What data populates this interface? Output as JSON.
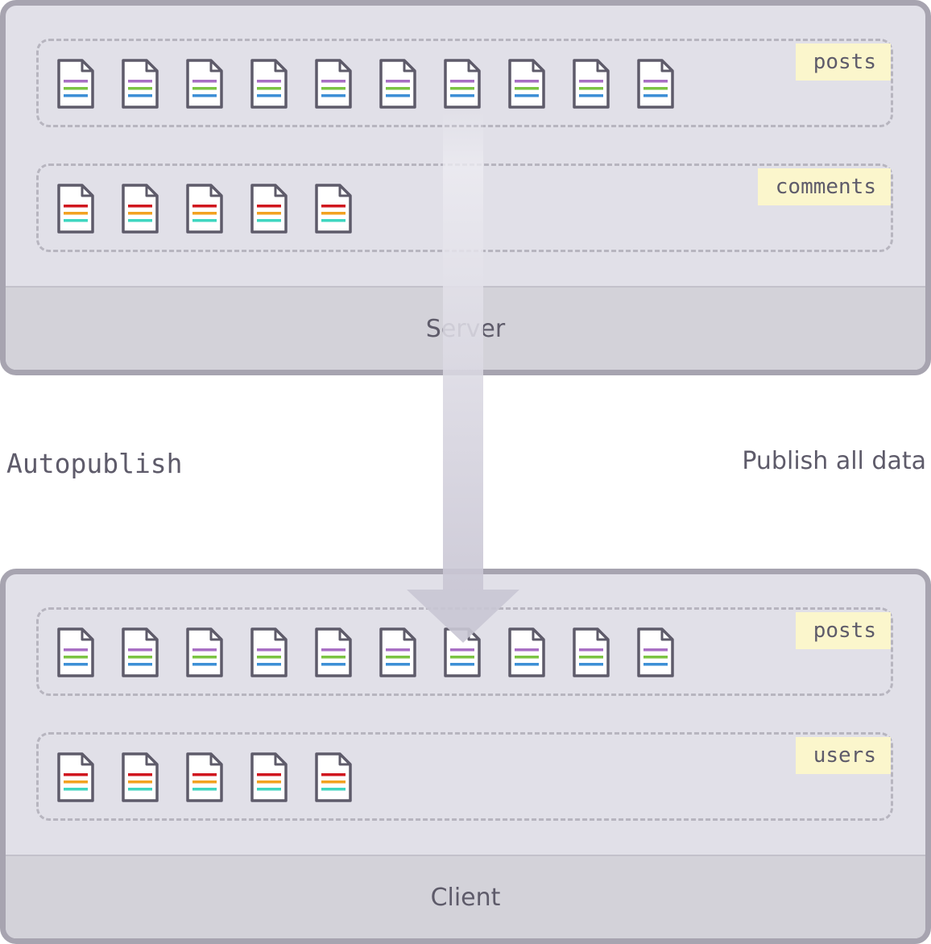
{
  "server": {
    "label": "Server",
    "collections": [
      {
        "name": "posts",
        "doc_count": 10,
        "doc_style": "purple-green-blue"
      },
      {
        "name": "comments",
        "doc_count": 5,
        "doc_style": "red-orange-teal"
      }
    ]
  },
  "client": {
    "label": "Client",
    "collections": [
      {
        "name": "posts",
        "doc_count": 10,
        "doc_style": "purple-green-blue"
      },
      {
        "name": "users",
        "doc_count": 5,
        "doc_style": "red-orange-teal"
      }
    ]
  },
  "left_label": "Autopublish",
  "right_label": "Publish all data",
  "colors": {
    "posts_lines": [
      "#a86fc4",
      "#7cc443",
      "#3d8fd6"
    ],
    "other_lines": [
      "#d0161e",
      "#f2a221",
      "#3fd6c0"
    ]
  }
}
